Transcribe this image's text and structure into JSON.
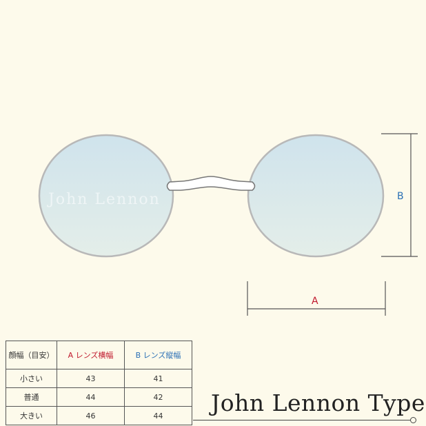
{
  "dimensions": {
    "a_label": "A",
    "b_label": "B",
    "a_color": "#c0182c",
    "b_color": "#2a6fb5"
  },
  "size_table": {
    "headers": [
      "顔幅（目安）",
      "A レンズ横幅",
      "B レンズ縦幅"
    ],
    "rows": [
      {
        "size": "小さい",
        "a": "43",
        "b": "41"
      },
      {
        "size": "普通",
        "a": "44",
        "b": "42"
      },
      {
        "size": "大きい",
        "a": "46",
        "b": "44"
      }
    ]
  },
  "title": "John Lennon Type",
  "watermark": "John Lennon"
}
